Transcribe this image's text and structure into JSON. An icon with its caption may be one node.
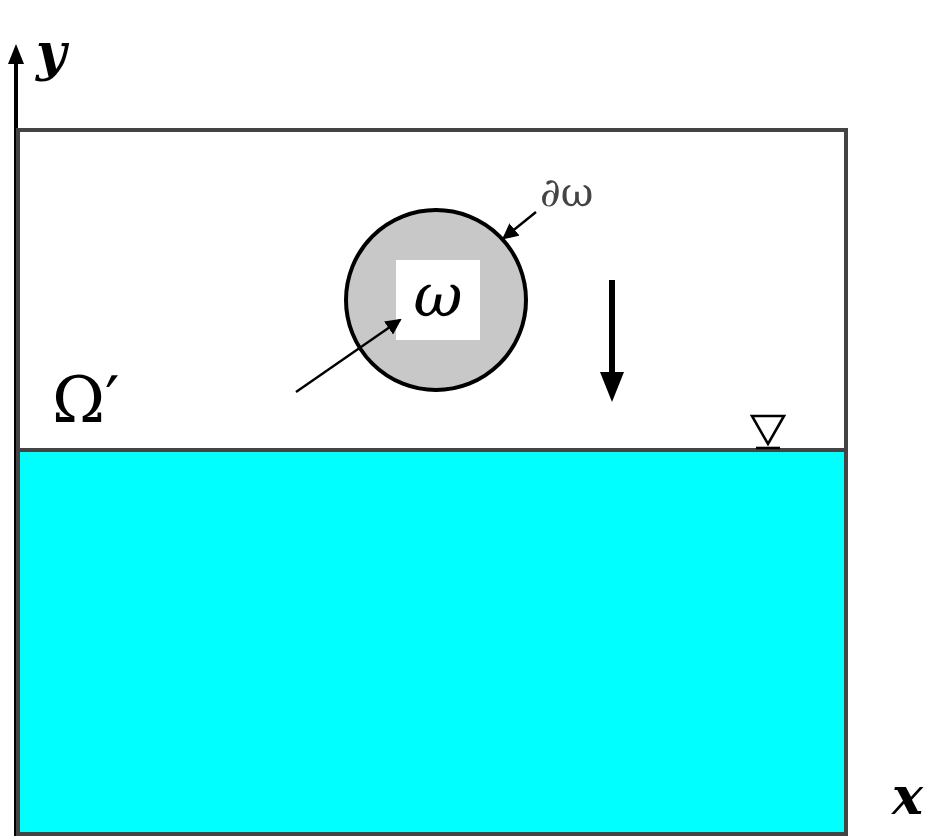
{
  "diagram": {
    "nodes": [
      {
        "text": [
          "Ω′"
        ]
      },
      {
        "text": [],
        "shape": "box"
      },
      {
        "text": [
          "ω"
        ],
        "in": 0
      },
      {
        "text": [
          "∂ω"
        ],
        "in": 0
      }
    ],
    "edges": [
      {
        "from": 3,
        "to": 2,
        "arrow": "to"
      },
      {
        "from": null,
        "to": 2,
        "arrow": "to"
      }
    ],
    "labels": [
      "y",
      "x"
    ]
  }
}
